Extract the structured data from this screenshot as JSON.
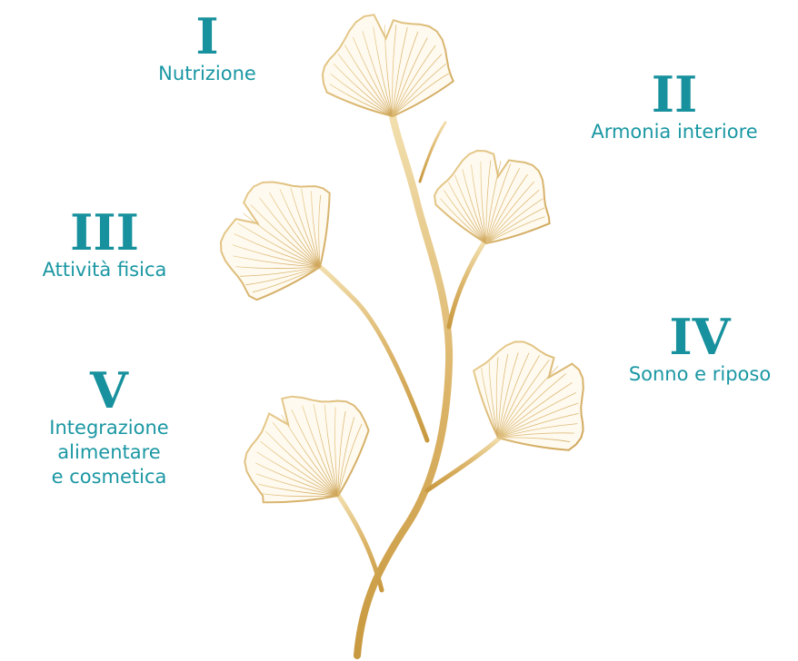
{
  "pillars": [
    {
      "numeral": "I",
      "label": "Nutrizione"
    },
    {
      "numeral": "II",
      "label": "Armonia interiore"
    },
    {
      "numeral": "III",
      "label": "Attività fisica"
    },
    {
      "numeral": "IV",
      "label": "Sonno e riposo"
    },
    {
      "numeral": "V",
      "label_lines": [
        "Integrazione",
        "alimentare",
        "e cosmetica"
      ]
    }
  ],
  "colors": {
    "text": "#1a97a3",
    "gold": "#d7b06a",
    "gold_light": "#eed8a6"
  },
  "illustration": "ginkgo-branch"
}
